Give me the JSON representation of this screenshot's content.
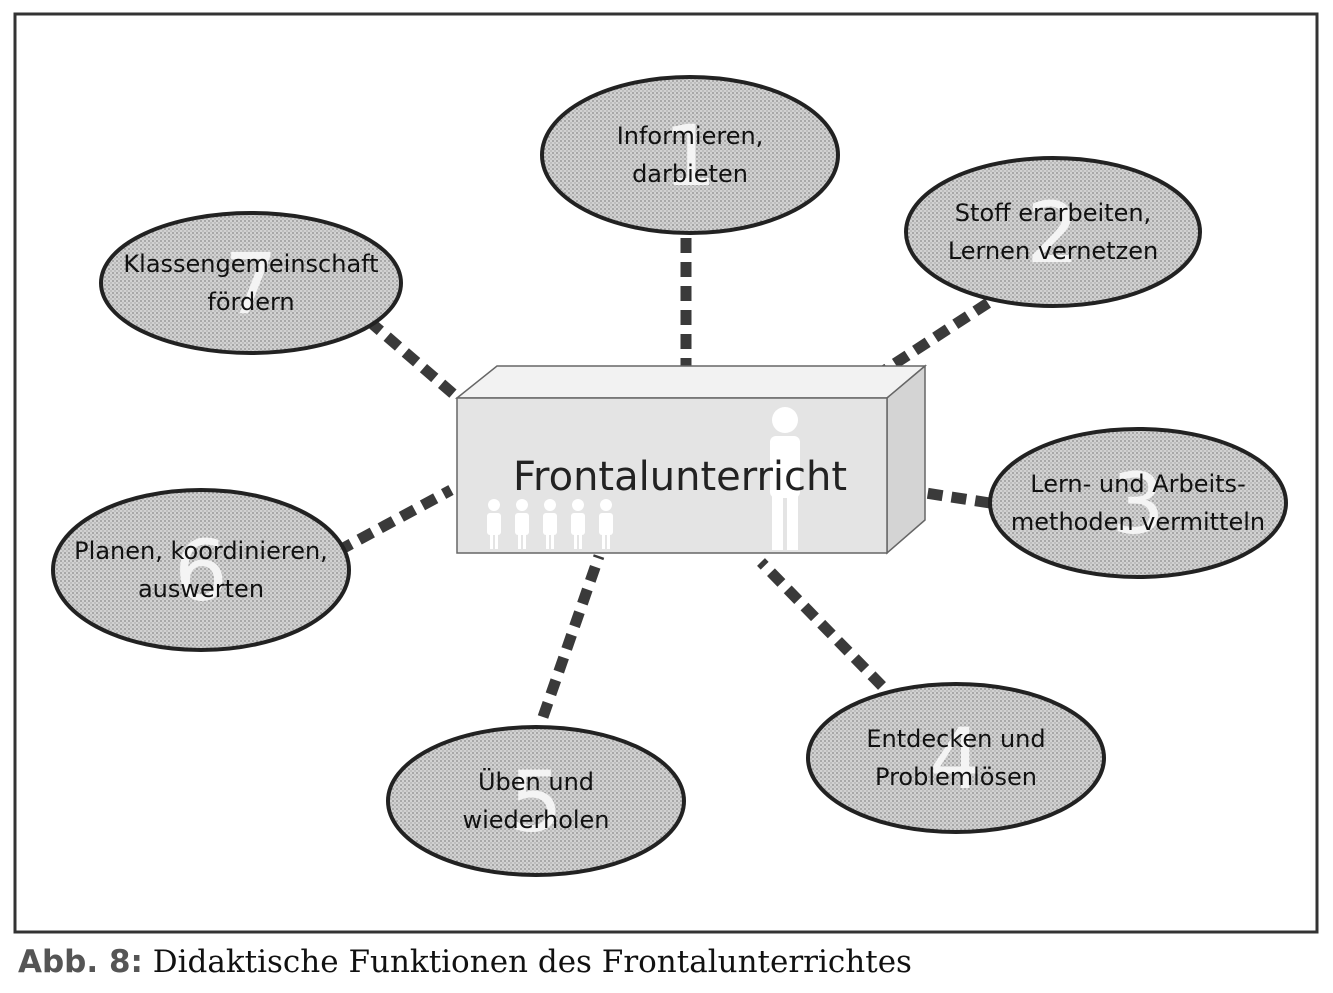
{
  "center": {
    "label": "Frontalunterricht"
  },
  "nodes": [
    {
      "number": "1",
      "lines": [
        "Informieren,",
        "darbieten"
      ]
    },
    {
      "number": "2",
      "lines": [
        "Stoff erarbeiten,",
        "Lernen vernetzen"
      ]
    },
    {
      "number": "3",
      "lines": [
        "Lern- und Arbeits-",
        "methoden vermitteln"
      ]
    },
    {
      "number": "4",
      "lines": [
        "Entdecken und",
        "Problemlösen"
      ]
    },
    {
      "number": "5",
      "lines": [
        "Üben und",
        "wiederholen"
      ]
    },
    {
      "number": "6",
      "lines": [
        "Planen, koordinieren,",
        "auswerten"
      ]
    },
    {
      "number": "7",
      "lines": [
        "Klassengemeinschaft",
        "fördern"
      ]
    }
  ],
  "caption": {
    "figure": "Abb. 8:",
    "text": " Didaktische Funktionen des Frontalunterrichtes"
  },
  "colors": {
    "ellipse_fill": "#c8c8c8",
    "ellipse_stroke": "#222222",
    "connector": "#3a3a3a",
    "box_front": "#e6e6e6",
    "box_top": "#f2f2f2",
    "box_side": "#d2d2d2",
    "frame": "#333333"
  }
}
